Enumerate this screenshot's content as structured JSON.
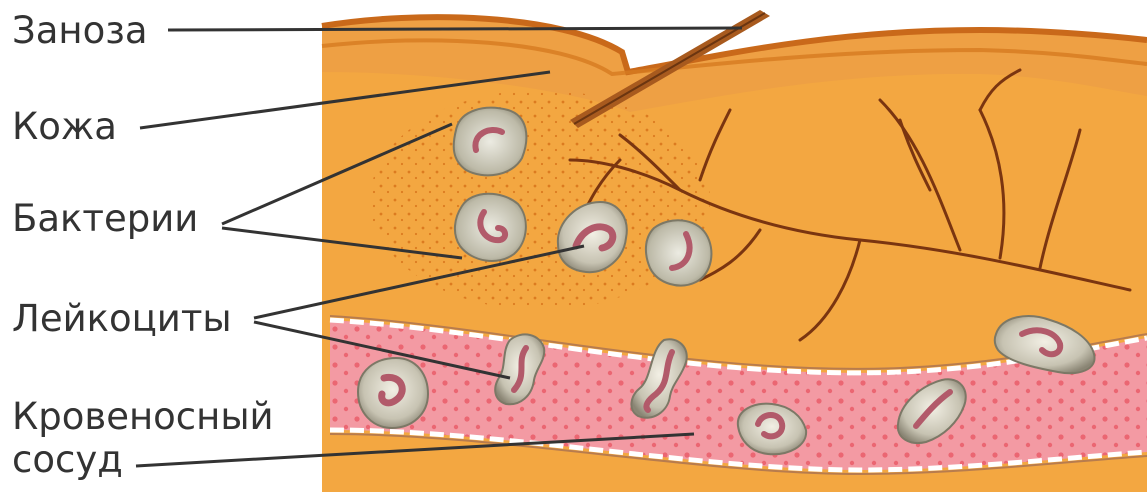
{
  "labels": {
    "splinter": "Заноза",
    "skin": "Кожа",
    "bacteria": "Бактерии",
    "leukocytes": "Лейкоциты",
    "vessel_line1": "Кровеносный",
    "vessel_line2": "сосуд"
  },
  "colors": {
    "tissue": "#f3a741",
    "skin_layer": "#e8902a",
    "blood": "#f39aa3",
    "cell_body": "#c8c6b8",
    "cell_nucleus": "#b25a6a",
    "capillaries": "#7a3510",
    "leader_line": "#333333"
  }
}
